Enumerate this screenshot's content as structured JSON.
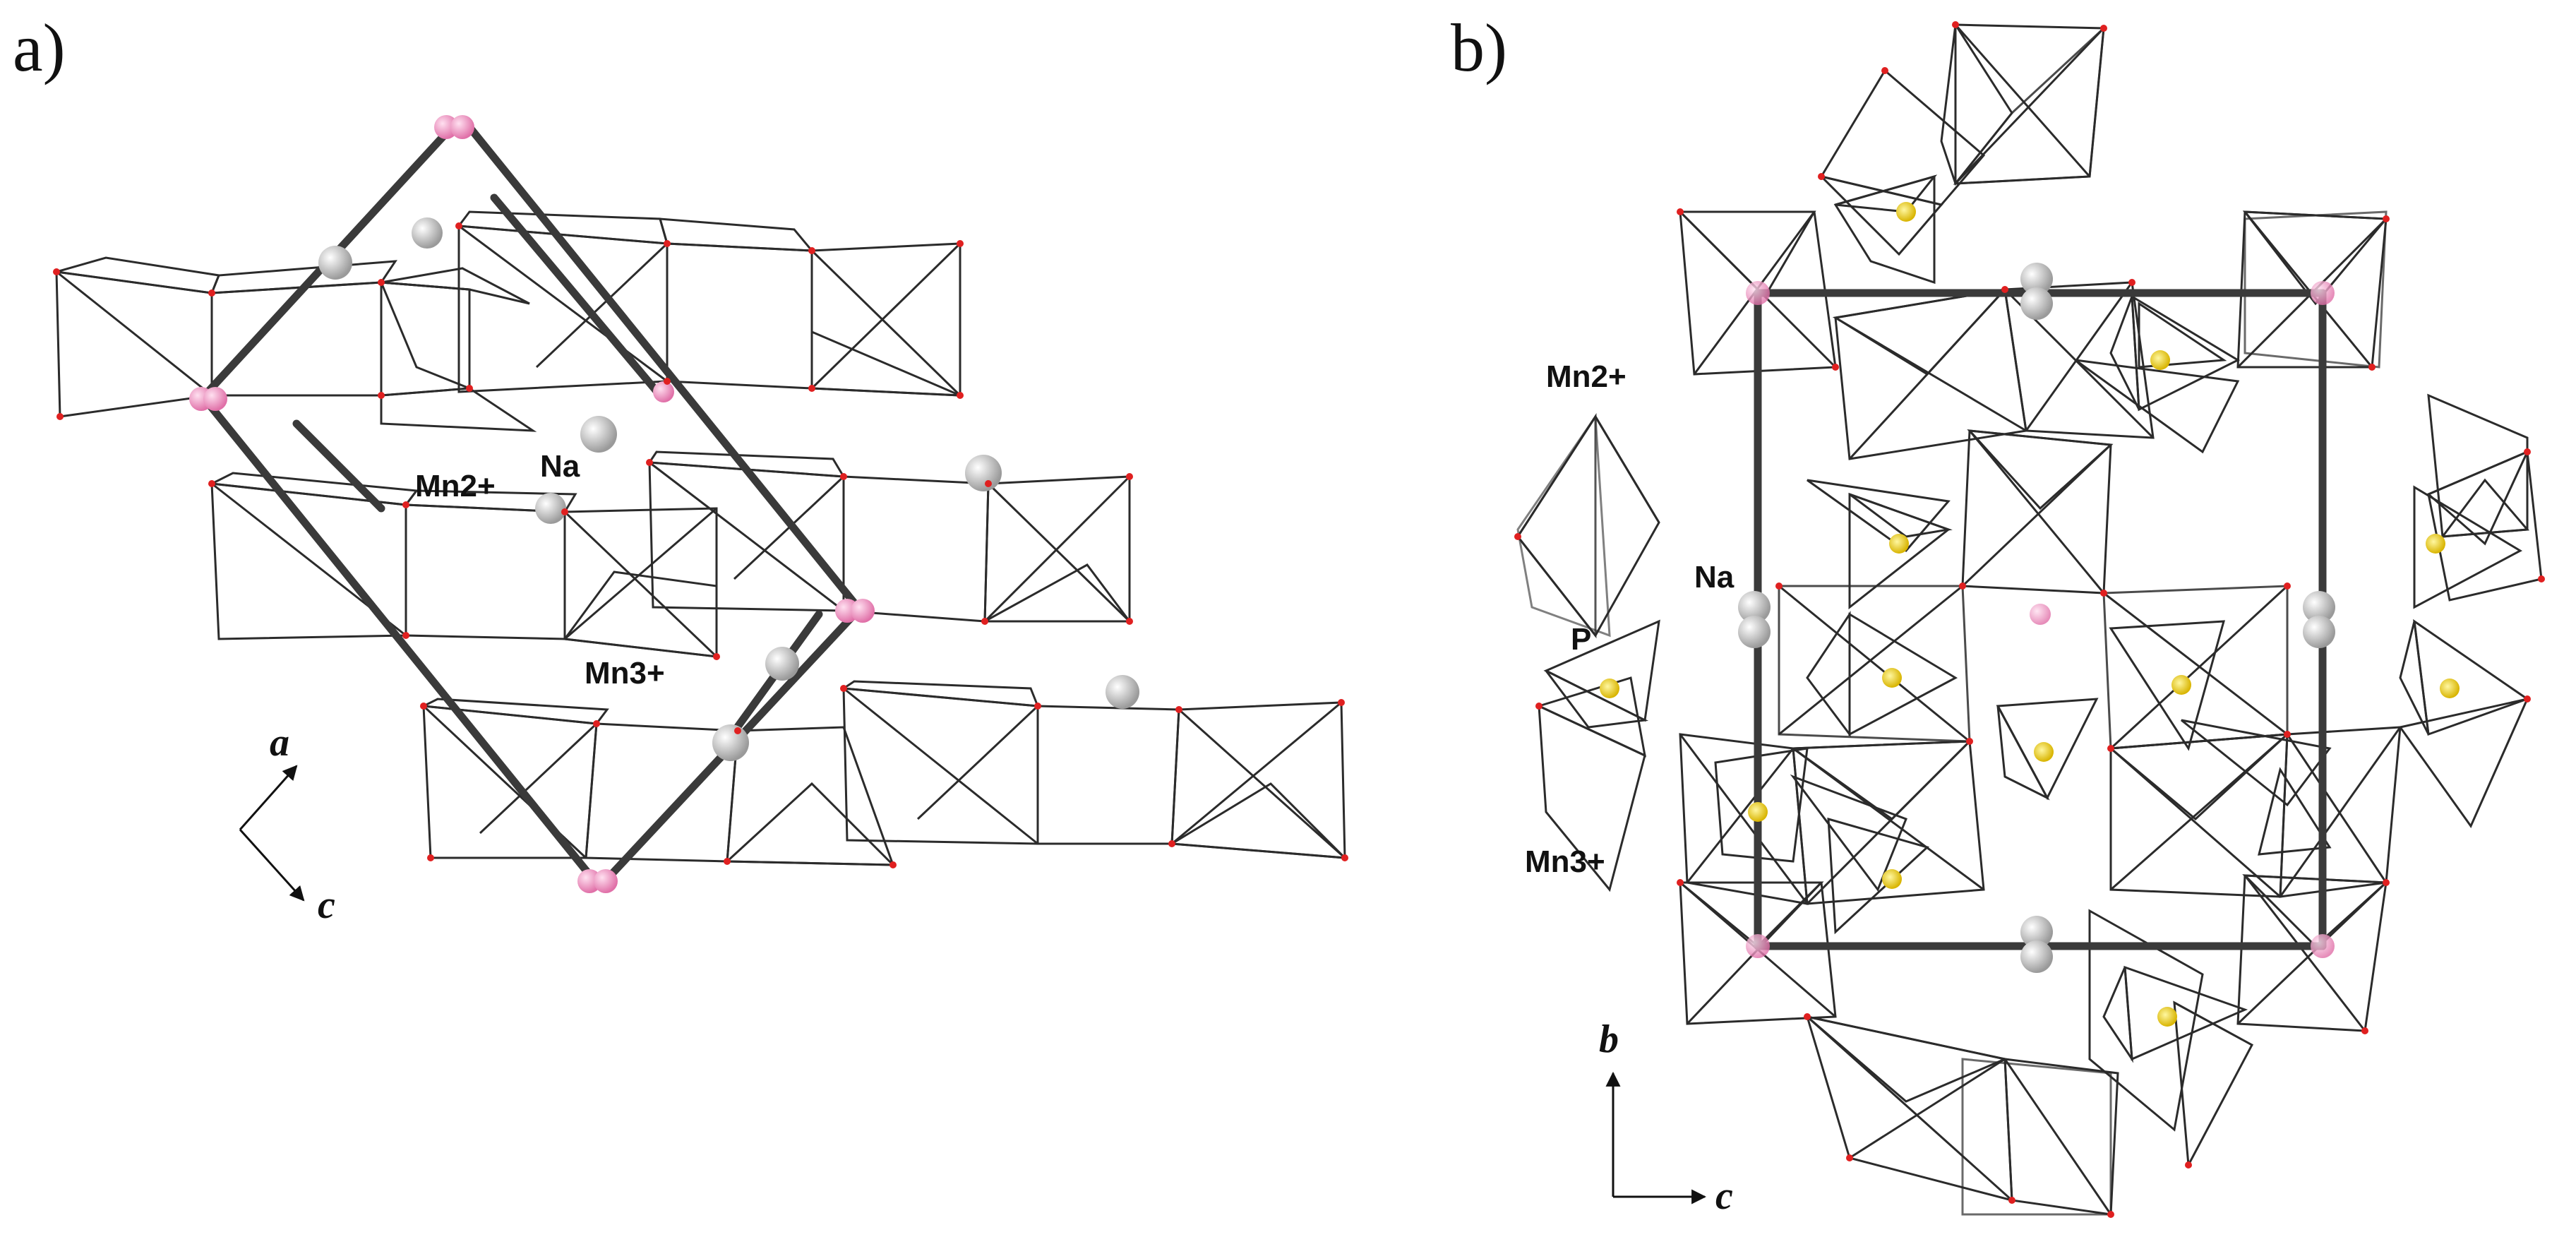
{
  "colors": {
    "mn2_light": "#f7b8e2",
    "mn2_mid": "#d8789f",
    "mn2_dark": "#9c5570",
    "mn3_light": "#ff1fe0",
    "mn3_dark": "#a8089a",
    "phosphate_light": "#f0dc1c",
    "phosphate_dark": "#a07a10",
    "oxygen": "#e02020",
    "sodium": "#d4d4d4",
    "mn_atom": "#f49ac8",
    "cell_edge": "#3a3a3a"
  },
  "panels": {
    "a": {
      "letter": "a)",
      "labels": {
        "na": "Na",
        "mn2": "Mn2+",
        "mn3": "Mn3+"
      },
      "axes": {
        "up": "a",
        "down": "c"
      }
    },
    "b": {
      "letter": "b)",
      "labels": {
        "mn2": "Mn2+",
        "na": "Na",
        "p": "P",
        "mn3": "Mn3+"
      },
      "axes": {
        "up": "b",
        "right": "c"
      }
    }
  }
}
